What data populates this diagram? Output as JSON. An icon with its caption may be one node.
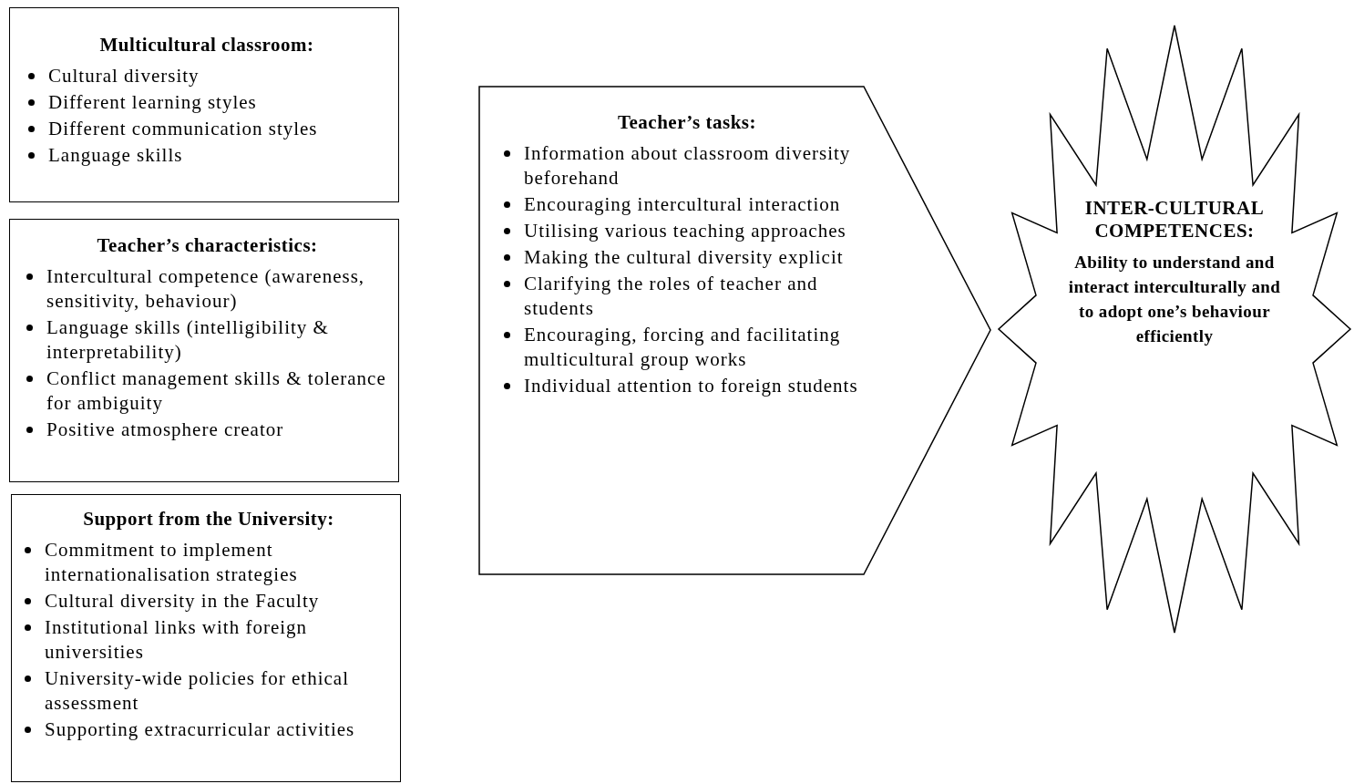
{
  "diagram": {
    "nodes": [
      {
        "text": [
          "Multicultural classroom:",
          "Cultural diversity",
          "Different learning styles",
          "Different communication styles",
          "Language skills"
        ]
      },
      {
        "text": [
          "Teacher’s characteristics:",
          "Intercultural competence (awareness, sensitivity, behaviour)",
          "Language skills (intelligibility & interpretability)",
          "Conflict management skills & tolerance for ambiguity",
          "Positive atmosphere creator"
        ]
      },
      {
        "text": [
          "Support from the University:",
          "Commitment to implement internationalisation strategies",
          "Cultural diversity in the Faculty",
          "Institutional links with foreign universities",
          "University-wide policies for ethical assessment",
          "Supporting extracurricular activities"
        ]
      },
      {
        "text": [
          "Teacher’s tasks:",
          "Information about classroom diversity beforehand",
          "Encouraging intercultural interaction",
          "Utilising various teaching approaches",
          "Making the cultural diversity explicit",
          "Clarifying the roles of teacher and students",
          "Encouraging, forcing and facilitating multicultural group works",
          "Individual attention to foreign students"
        ]
      },
      {
        "text": [
          "INTER-CULTURAL COMPETENCES:",
          "Ability to understand and interact interculturally and to adopt one’s behaviour efficiently"
        ]
      }
    ]
  }
}
